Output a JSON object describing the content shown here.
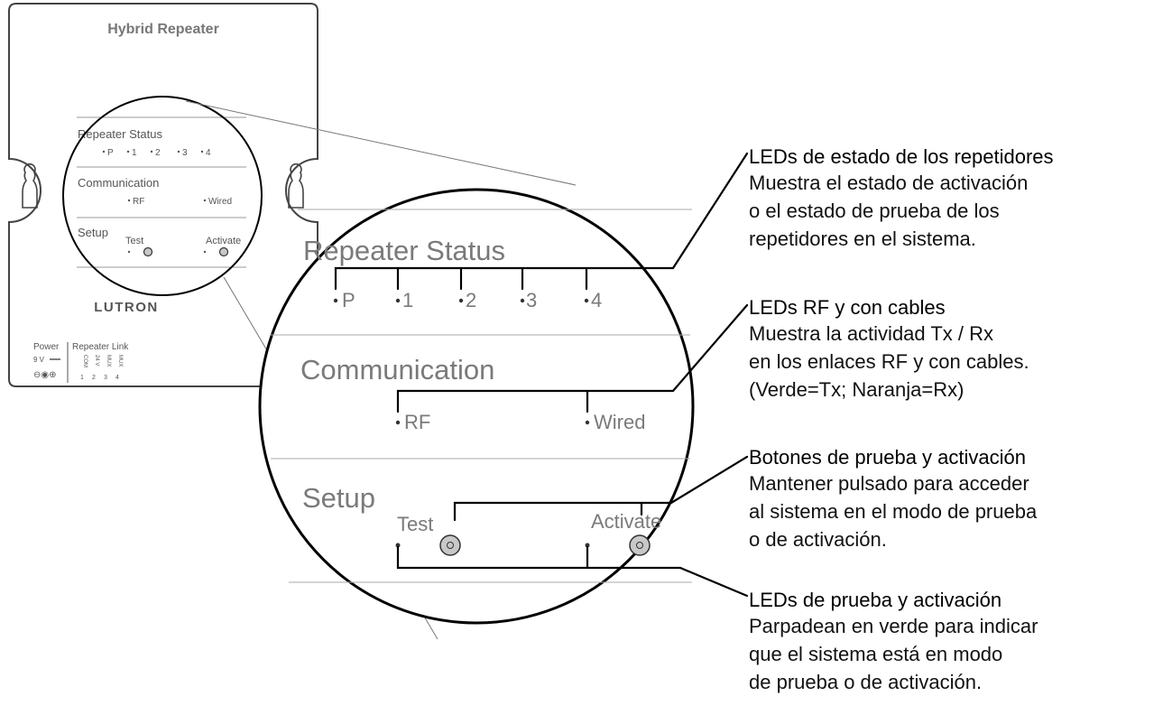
{
  "device": {
    "title": "Hybrid Repeater",
    "brand": "LUTRON",
    "small": {
      "status_heading": "Repeater Status",
      "status_leds": [
        "P",
        "1",
        "2",
        "3",
        "4"
      ],
      "comm_heading": "Communication",
      "comm_leds": [
        "RF",
        "Wired"
      ],
      "setup_heading": "Setup",
      "test_label": "Test",
      "activate_label": "Activate"
    },
    "ports": {
      "power_label": "Power",
      "power_voltage": "9 V",
      "power_polarity": "⊖◉⊕",
      "link_label": "Repeater Link",
      "link_pins": [
        "COM",
        "24 V",
        "MUX",
        "MUX"
      ],
      "link_numbers": [
        "1",
        "2",
        "3",
        "4"
      ]
    }
  },
  "magnified": {
    "status_heading": "Repeater Status",
    "status_leds": [
      "P",
      "1",
      "2",
      "3",
      "4"
    ],
    "comm_heading": "Communication",
    "comm_leds": [
      "RF",
      "Wired"
    ],
    "setup_heading": "Setup",
    "test_label": "Test",
    "activate_label": "Activate"
  },
  "annotations": [
    {
      "title": "LEDs de estado de los repetidores",
      "lines": [
        "Muestra el estado de activación",
        "o el estado de prueba de los",
        "repetidores en el sistema."
      ]
    },
    {
      "title": "LEDs RF y con cables",
      "lines": [
        "Muestra la actividad Tx / Rx",
        "en los enlaces RF y con cables.",
        "(Verde=Tx; Naranja=Rx)"
      ]
    },
    {
      "title": "Botones de prueba y activación",
      "lines": [
        "Mantener pulsado para acceder",
        "al sistema en el modo de prueba",
        "o de activación."
      ]
    },
    {
      "title": "LEDs de prueba y activación",
      "lines": [
        "Parpadean en verde para indicar",
        "que el sistema está en modo",
        "de prueba o de activación."
      ]
    }
  ],
  "colors": {
    "outline": "#444444",
    "label_gray": "#7a7a7a",
    "divider": "#9a9a9a",
    "button_fill": "#c8c8c8"
  }
}
